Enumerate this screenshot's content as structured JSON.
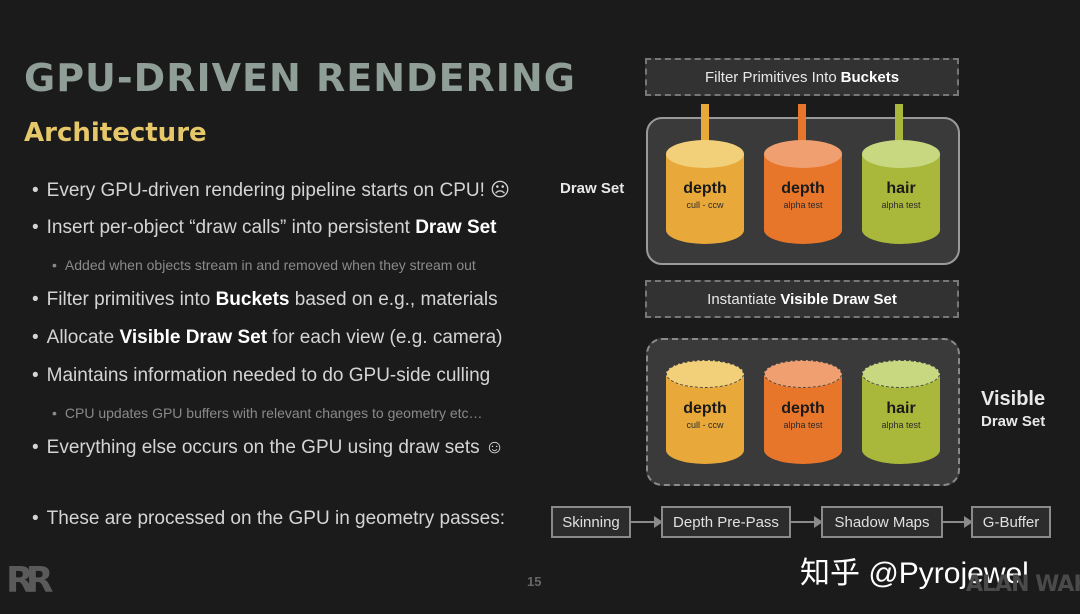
{
  "slide": {
    "title": "GPU-DRIVEN RENDERING",
    "subtitle": "Architecture",
    "page_number": "15"
  },
  "bullets": {
    "b1": "Every GPU-driven rendering pipeline starts on CPU! ☹",
    "b2_pre": "Insert per-object “draw calls” into persistent ",
    "b2_bold": "Draw Set",
    "b2_sub": "Added when objects stream in and removed when they stream out",
    "b3_pre": "Filter primitives into ",
    "b3_bold": "Buckets",
    "b3_post": " based on e.g., materials",
    "b4_pre": "Allocate ",
    "b4_bold": "Visible Draw Set",
    "b4_post": " for each view (e.g. camera)",
    "b5": "Maintains information needed to do GPU-side culling",
    "b5_sub": "CPU updates GPU buffers with relevant changes to geometry etc…",
    "b6": "Everything else occurs on the GPU using draw sets ☺",
    "b7": "These are processed on the GPU in geometry passes:"
  },
  "diagram": {
    "filter_banner_pre": "Filter Primitives Into",
    "filter_banner_bold": "Buckets",
    "instantiate_banner_pre": "Instantiate",
    "instantiate_banner_bold": "Visible Draw Set",
    "draw_set_label": "Draw Set",
    "visible_label_1": "Visible",
    "visible_label_2": "Draw Set",
    "buckets": [
      {
        "name": "depth",
        "sub": "cull - ccw",
        "color": "#e8a93a"
      },
      {
        "name": "depth",
        "sub": "alpha test",
        "color": "#e8762a"
      },
      {
        "name": "hair",
        "sub": "alpha test",
        "color": "#a9b83a"
      }
    ],
    "arrow_colors": [
      "#e8a93a",
      "#e8762a",
      "#a9b83a"
    ]
  },
  "passes": [
    "Skinning",
    "Depth Pre-Pass",
    "Shadow Maps",
    "G-Buffer"
  ],
  "branding": {
    "presenter_logo": "RR",
    "game_logo": "ALAN WAKE II",
    "watermark": "知乎 @Pyrojewel"
  }
}
